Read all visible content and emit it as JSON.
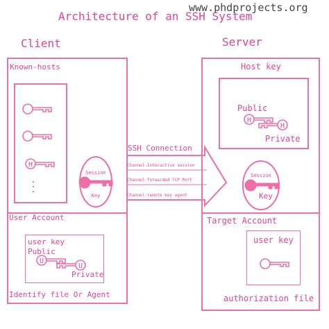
{
  "website": "www.phdprojects.org",
  "title": "Architecture of an SSH System",
  "client": {
    "heading": "Client",
    "known_hosts_label": "Known-hosts",
    "host_key_letter": "H",
    "session_key_top": "Session",
    "session_key_bottom": "Key",
    "user_account_label": "User Account",
    "user_key_label": "user key",
    "public_label": "Public",
    "private_label": "Private",
    "user_key_letter": "U",
    "identify_label": "Identify file Or Agent"
  },
  "connection": {
    "label": "SSH Connection",
    "channels": [
      "Channel:Interactive session",
      "Channel:forwarded TCP Port",
      "Channel:remote key agent"
    ]
  },
  "server": {
    "heading": "Server",
    "host_key_label": "Host key",
    "public_label": "Public",
    "private_label": "Private",
    "host_key_letter": "H",
    "session_key_top": "Session",
    "session_key_bottom": "Key",
    "target_account_label": "Target Account",
    "user_key_label": "user key",
    "authorization_label": "authorization file"
  },
  "colors": {
    "primary": "#ec6fa8",
    "text": "#e0458f",
    "key_fill": "#ec6fa8"
  }
}
